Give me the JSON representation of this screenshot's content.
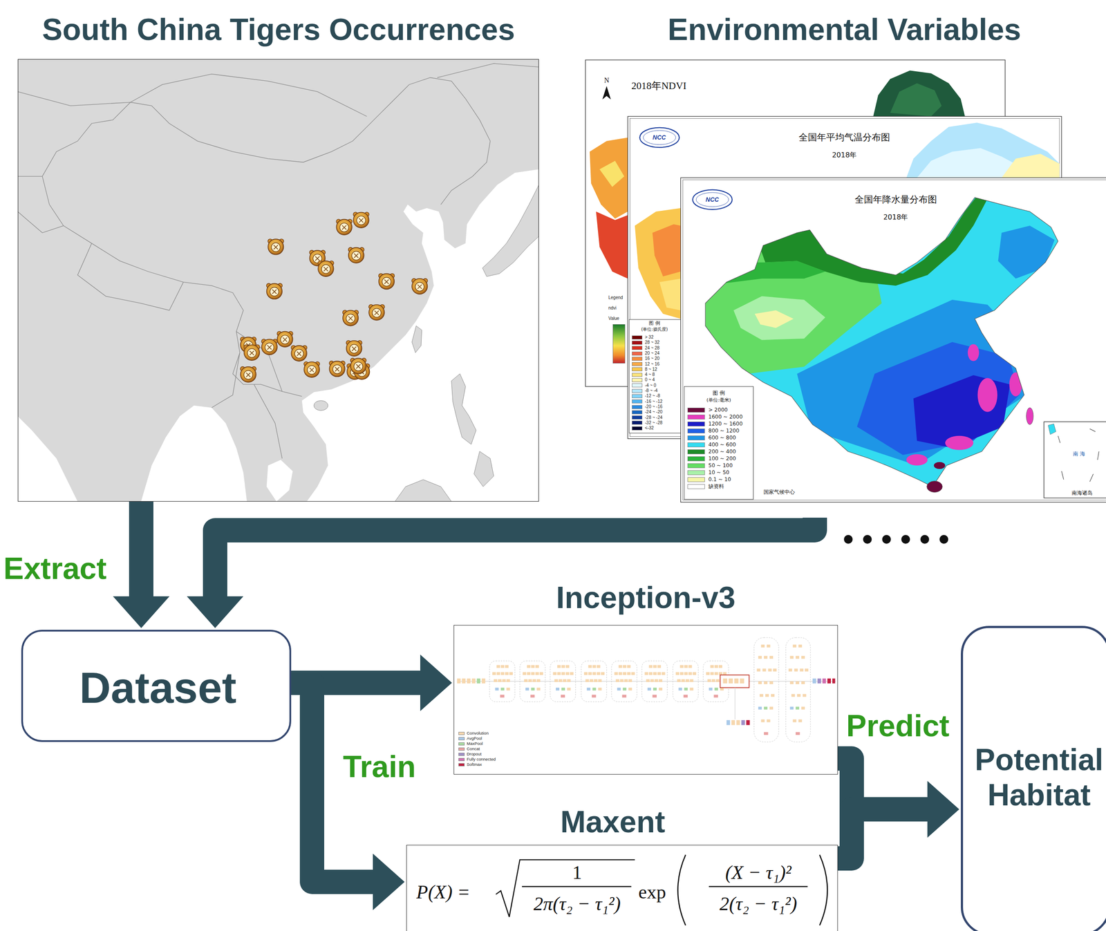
{
  "diagram": {
    "nodes": [
      {
        "text": [
          "South China Tigers Occurrences"
        ]
      },
      {
        "text": [
          "Environmental Variables"
        ]
      },
      {
        "text": [
          "2018年NDVI"
        ],
        "in": 1
      },
      {
        "text": [
          "全国年平均气温分布图",
          "2018年"
        ],
        "in": 1
      },
      {
        "text": [
          "全国年降水量分布图",
          "2018年"
        ],
        "in": 1
      },
      {
        "text": [
          "Dataset"
        ]
      },
      {
        "text": [
          "Inception-v3"
        ]
      },
      {
        "text": [
          "Maxent",
          "P(X) =",
          "1",
          "2π(τ₂ − τ₁²)",
          "exp",
          "(X − τ₁)²",
          "2(τ₂ − τ₁²)"
        ]
      },
      {
        "text": [
          "Potential Habitat"
        ]
      }
    ],
    "edges": [
      {
        "from": 0,
        "to": 5,
        "arrow": "to",
        "label": "Extract"
      },
      {
        "from": 1,
        "to": 5,
        "arrow": "to"
      },
      {
        "from": 5,
        "to": 6,
        "arrow": "to",
        "label": "Train"
      },
      {
        "from": 5,
        "to": 7,
        "arrow": "to"
      },
      {
        "from": 6,
        "to": 8,
        "arrow": "to",
        "label": "Predict"
      },
      {
        "from": 7,
        "to": 8,
        "arrow": "to"
      }
    ],
    "labels": [
      "N",
      "Legend",
      "ndvi",
      "Value",
      "NCC",
      "图 例",
      "(单位:摄氏度)",
      "NCC",
      "图 例",
      "(单位:毫米)",
      "国家气候中心",
      "南 海",
      "南海诸岛",
      "• • • • • •"
    ],
    "legend": [
      {
        "text": "> 32",
        "color": "#6e0000"
      },
      {
        "text": "28 ~ 32",
        "color": "#a50f15"
      },
      {
        "text": "24 ~ 28",
        "color": "#d7301f"
      },
      {
        "text": "20 ~ 24",
        "color": "#ef6548"
      },
      {
        "text": "16 ~ 20",
        "color": "#f58c3c"
      },
      {
        "text": "12 ~ 16",
        "color": "#f7a845"
      },
      {
        "text": "8 ~ 12",
        "color": "#f9c74f"
      },
      {
        "text": "4 ~ 8",
        "color": "#fde27a"
      },
      {
        "text": "0 ~ 4",
        "color": "#fff5b0"
      },
      {
        "text": "-4 ~ 0",
        "color": "#e0f7ff"
      },
      {
        "text": "-8 ~ -4",
        "color": "#b3e5fc"
      },
      {
        "text": "-12 ~ -8",
        "color": "#81d4fa"
      },
      {
        "text": "-16 ~ -12",
        "color": "#4fb3f0"
      },
      {
        "text": "-20 ~ -16",
        "color": "#2a8ae0"
      },
      {
        "text": "-24 ~ -20",
        "color": "#1565c0"
      },
      {
        "text": "-28 ~ -24",
        "color": "#0d3a9c"
      },
      {
        "text": "-32 ~ -28",
        "color": "#081c70"
      },
      {
        "text": "<-32",
        "color": "#02022e"
      },
      {
        "text": "> 2000",
        "color": "#6b0a3c"
      },
      {
        "text": "1600 ~ 2000",
        "color": "#e63cbe"
      },
      {
        "text": "1200 ~ 1600",
        "color": "#1c1cc8"
      },
      {
        "text": "800 ~ 1200",
        "color": "#1f5fe6"
      },
      {
        "text": "600 ~ 800",
        "color": "#1e96e6"
      },
      {
        "text": "400 ~ 600",
        "color": "#33dcf0"
      },
      {
        "text": "200 ~ 400",
        "color": "#1e8c28"
      },
      {
        "text": "100 ~ 200",
        "color": "#2db43c"
      },
      {
        "text": "50 ~ 100",
        "color": "#64dc64"
      },
      {
        "text": "10 ~ 50",
        "color": "#a8f0a8"
      },
      {
        "text": "0.1 ~ 10",
        "color": "#f5f5a8"
      },
      {
        "text": "缺资料",
        "color": "#ffffff"
      },
      {
        "text": "Convolution",
        "color": "#f6d7ae"
      },
      {
        "text": "AvgPool",
        "color": "#a9c9e9"
      },
      {
        "text": "MaxPool",
        "color": "#a9d9a1"
      },
      {
        "text": "Concat",
        "color": "#e9a2a2"
      },
      {
        "text": "Dropout",
        "color": "#a090c8"
      },
      {
        "text": "Fully connected",
        "color": "#d070b0"
      },
      {
        "text": "Softmax",
        "color": "#c02040"
      }
    ]
  }
}
